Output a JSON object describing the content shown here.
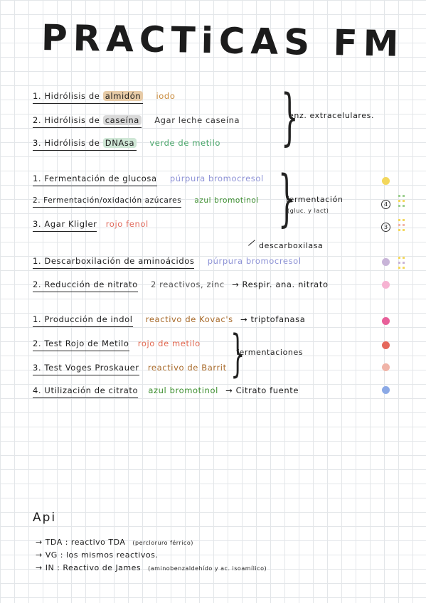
{
  "title": "PRACTiCAS FM",
  "sections": {
    "enzimas": {
      "items": [
        {
          "label_pre": "1. Hidrólisis de ",
          "label_hl": "almidón",
          "hl_color": "#e7cba7",
          "reagent": "iodo",
          "reagent_color": "#c8893a"
        },
        {
          "label_pre": "2. Hidrólisis de ",
          "label_hl": "caseína",
          "hl_color": "#d9d9d9",
          "reagent": "Agar leche caseína",
          "reagent_color": "#333333"
        },
        {
          "label_pre": "3. Hidrólisis de ",
          "label_hl": "DNAsa",
          "hl_color": "#cfe7d6",
          "reagent": "verde de metilo",
          "reagent_color": "#49a66a"
        }
      ],
      "group": "enz. extracelulares."
    },
    "fermentacion": {
      "items": [
        {
          "label": "1. Fermentación de glucosa",
          "reagent": "púrpura bromocresol",
          "reagent_color": "#8d92d6"
        },
        {
          "label": "2. Fermentación/oxidación azúcares",
          "reagent": "azul bromotinol",
          "reagent_color": "#3d8f2f"
        },
        {
          "label": "3. Agar Kligler",
          "reagent": "rojo fenol",
          "reagent_color": "#e16a5c"
        }
      ],
      "group": "fermentación",
      "group_sub": "(gluc. y lact)"
    },
    "aminoacidos": {
      "note_above": "descarboxilasa",
      "items": [
        {
          "label": "1. Descarboxilación de aminoácidos",
          "reagent": "púrpura bromocresol",
          "reagent_color": "#8d92d6"
        },
        {
          "label": "2. Reducción de nitrato",
          "reagent": "2 reactivos, zinc",
          "reagent_color": "#555555",
          "result": "→ Respir. ana. nitrato"
        }
      ]
    },
    "otros": {
      "items": [
        {
          "label": "1. Producción de indol",
          "reagent": "reactivo de Kovac's",
          "reagent_color": "#a86a2a",
          "result": "→ triptofanasa"
        },
        {
          "label": "2. Test Rojo de Metilo",
          "reagent": "rojo de metilo",
          "reagent_color": "#e0674f"
        },
        {
          "label": "3. Test Voges Proskauer",
          "reagent": "reactivo de Barrit",
          "reagent_color": "#a86a2a"
        },
        {
          "label": "4. Utilización de citrato",
          "reagent": "azul bromotinol",
          "reagent_color": "#3d8f2f",
          "result": "→ Citrato fuente"
        }
      ],
      "group": "fermentaciones"
    }
  },
  "markers": {
    "dot_colors": [
      "#f3d75c",
      "#c8b4d8",
      "#f6b3d2",
      "#e8609a",
      "#e5685c",
      "#f0b4a8",
      "#8ba9e6"
    ],
    "numbers": [
      "4",
      "3"
    ]
  },
  "api": {
    "heading": "Api",
    "lines": [
      {
        "main": "→ TDA : reactivo TDA",
        "sub": "(percloruro férrico)"
      },
      {
        "main": "→ VG : los mismos reactivos.",
        "sub": ""
      },
      {
        "main": "→ IN : Reactivo de James",
        "sub": "(aminobenzaldehído y ac. isoamílico)"
      }
    ]
  }
}
